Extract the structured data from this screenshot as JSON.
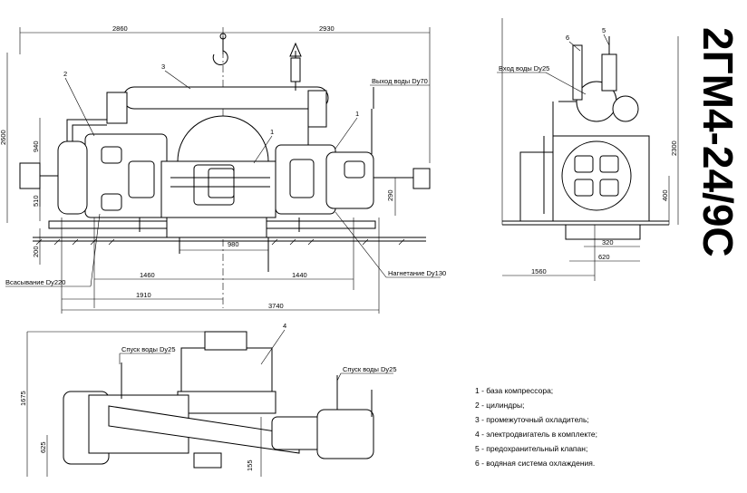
{
  "title": "2ГМ4-24/9С",
  "dimensions": {
    "d2860": "2860",
    "d2930": "2930",
    "d2600": "2600",
    "d940": "940",
    "d510": "510",
    "d200": "200",
    "d290": "290",
    "d980": "980",
    "d1460": "1460",
    "d1440": "1440",
    "d1910": "1910",
    "d3740": "3740",
    "d2300": "2300",
    "d400": "400",
    "d320": "320",
    "d620": "620",
    "d1560": "1560",
    "d1675": "1675",
    "d625": "625",
    "d155": "155"
  },
  "callouts": {
    "c1a": "1",
    "c1b": "1",
    "c2": "2",
    "c3": "3",
    "c4": "4",
    "c5": "5",
    "c6": "6"
  },
  "labels": {
    "water_out": "Выход воды Dy70",
    "water_in": "Вход воды Dy25",
    "suction": "Всасывание Dy220",
    "discharge": "Нагнетание Dy130",
    "drain1": "Спуск воды Dy25",
    "drain2": "Спуск воды Dy25"
  },
  "legend": [
    "1 - база компрессора;",
    "2 - цилиндры;",
    "3 - промежуточный охладитель;",
    "4 - электродвигатель в комплекте;",
    "5 - предохранительный клапан;",
    "6 - водяная система охлаждения."
  ]
}
